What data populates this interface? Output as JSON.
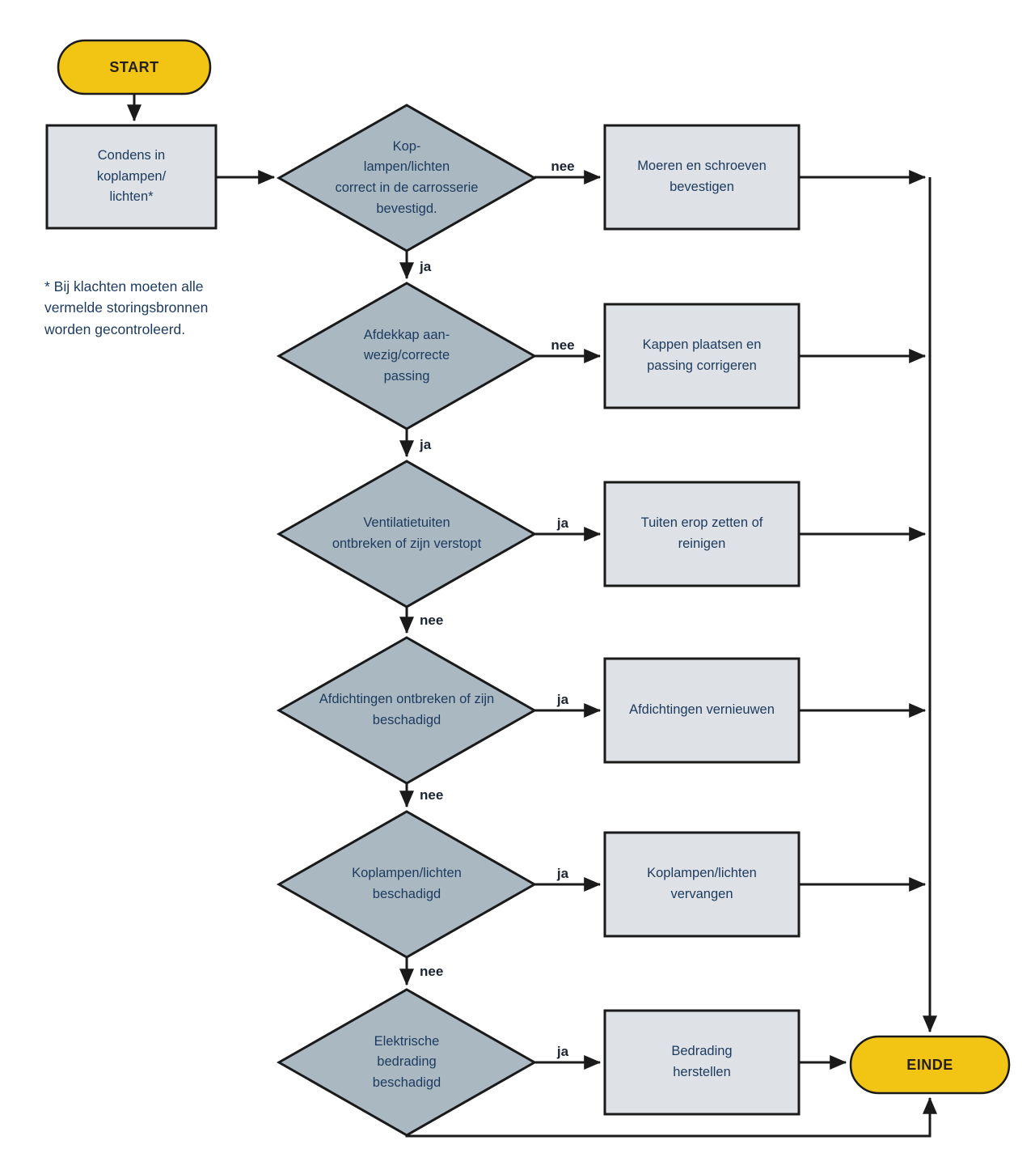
{
  "colors": {
    "background": "#FFFFFF",
    "terminator_fill": "#F2C414",
    "process_fill": "#DEE2E6",
    "decision_fill": "#AAB8C2",
    "line_color": "#1A1A1A",
    "node_text": "#1C3A5E",
    "terminator_text": "#262019",
    "label_text": "#1B2430"
  },
  "nodes": {
    "start": {
      "label": "START"
    },
    "condens": {
      "label": "Condens in\nkoplampen/\nlichten*"
    },
    "d1": {
      "label": "Kop-\nlampen/lichten\ncorrect in de carrosserie\nbevestigd."
    },
    "b1": {
      "label": "Moeren en schroeven\nbevestigen"
    },
    "d2": {
      "label": "Afdekkap aan-\nwezig/correcte\npassing"
    },
    "b2": {
      "label": "Kappen plaatsen en\npassing corrigeren"
    },
    "d3": {
      "label": "Ventilatietuiten\nontbreken of zijn verstopt"
    },
    "b3": {
      "label": "Tuiten erop zetten of\nreinigen"
    },
    "d4": {
      "label": "Afdichtingen ontbreken of zijn\nbeschadigd"
    },
    "b4": {
      "label": "Afdichtingen vernieuwen"
    },
    "d5": {
      "label": "Koplampen/lichten\nbeschadigd"
    },
    "b5": {
      "label": "Koplampen/lichten\nvervangen"
    },
    "d6": {
      "label": "Elektrische\nbedrading\nbeschadigd"
    },
    "b6": {
      "label": "Bedrading\nherstellen"
    },
    "einde": {
      "label": "EINDE"
    }
  },
  "edge_labels": {
    "d1_to_b1": "nee",
    "d1_to_d2": "ja",
    "d2_to_b2": "nee",
    "d2_to_d3": "ja",
    "d3_to_b3": "ja",
    "d3_to_d4": "nee",
    "d4_to_b4": "ja",
    "d4_to_d5": "nee",
    "d5_to_b5": "ja",
    "d5_to_d6": "nee",
    "d6_to_b6": "ja"
  },
  "footnote": "* Bij klachten moeten alle\nvermelde storingsbronnen\nworden gecontroleerd."
}
